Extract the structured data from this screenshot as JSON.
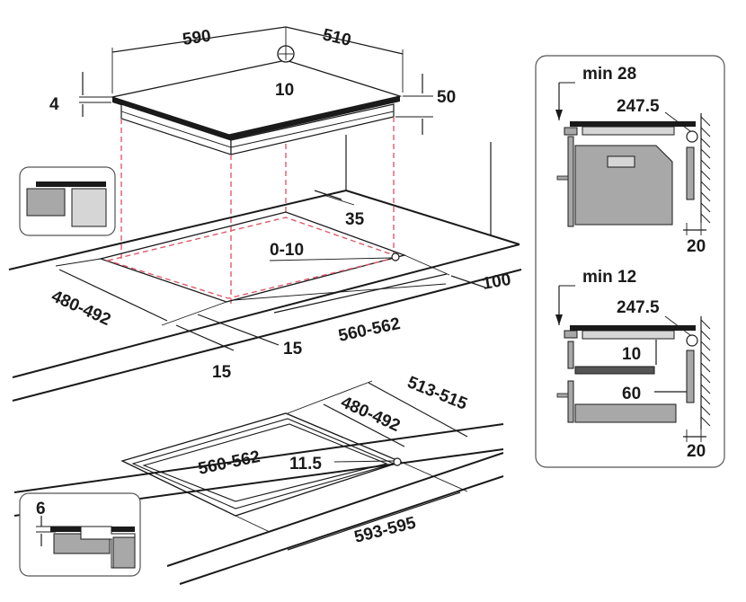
{
  "labels": {
    "w590": "590",
    "d510": "510",
    "h10": "10",
    "t4": "4",
    "t50": "50",
    "c35": "35",
    "c0_10": "0-10",
    "w480_492": "480-492",
    "w560_562": "560-562",
    "e15a": "15",
    "e15b": "15",
    "r100": "100",
    "b513_515": "513-515",
    "b480_492": "480-492",
    "b560_562": "560-562",
    "b11_5": "11.5",
    "b593_595": "593-595",
    "s6": "6",
    "p1_min": "min 28",
    "p1_247": "247.5",
    "p1_20": "20",
    "p2_min": "min 12",
    "p2_247": "247.5",
    "p2_10": "10",
    "p2_60": "60",
    "p2_20": "20"
  },
  "colors": {
    "line": "#1a1a1a",
    "dash": "#e05a6a",
    "grey": "#a8a8a8",
    "light_grey": "#d6d6d6",
    "panel_border": "#555555"
  }
}
